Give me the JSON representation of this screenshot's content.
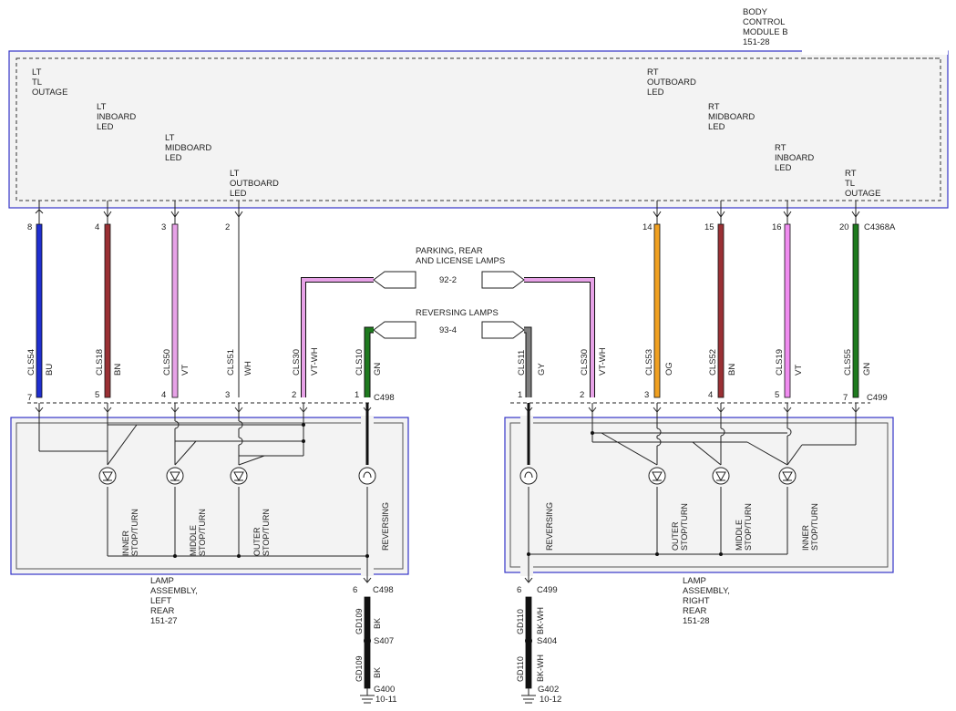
{
  "bcm": {
    "lines": [
      "BODY",
      "CONTROL",
      "MODULE B",
      "151-28"
    ]
  },
  "outputs": {
    "lt_tl_outage": [
      "LT",
      "TL",
      "OUTAGE"
    ],
    "lt_inboard_led": [
      "LT",
      "INBOARD",
      "LED"
    ],
    "lt_midboard_led": [
      "LT",
      "MIDBOARD",
      "LED"
    ],
    "lt_outboard_led": [
      "LT",
      "OUTBOARD",
      "LED"
    ],
    "rt_outboard_led": [
      "RT",
      "OUTBOARD",
      "LED"
    ],
    "rt_midboard_led": [
      "RT",
      "MIDBOARD",
      "LED"
    ],
    "rt_inboard_led": [
      "RT",
      "INBOARD",
      "LED"
    ],
    "rt_tl_outage": [
      "RT",
      "TL",
      "OUTAGE"
    ]
  },
  "bcm_connector": "C4368A",
  "bcm_pins": [
    "8",
    "4",
    "3",
    "2",
    "14",
    "15",
    "16",
    "20"
  ],
  "links": {
    "parking": {
      "title": [
        "PARKING, REAR",
        "AND LICENSE LAMPS"
      ],
      "ref": "92-2"
    },
    "reversing": {
      "title": "REVERSING LAMPS",
      "ref": "93-4"
    }
  },
  "left_circuits": [
    {
      "circuit": "CLS54",
      "color": "BU",
      "pin": "7",
      "wire": "#1f2fd0"
    },
    {
      "circuit": "CLS18",
      "color": "BN",
      "pin": "5",
      "wire": "#9a3034"
    },
    {
      "circuit": "CLS50",
      "color": "VT",
      "pin": "4",
      "wire": "#e7a2e7"
    },
    {
      "circuit": "CLS51",
      "color": "WH",
      "pin": "3",
      "wire": "#ffffff"
    },
    {
      "circuit": "CLS30",
      "color": "VT-WH",
      "pin": "2",
      "wire": "#e7a2e7"
    },
    {
      "circuit": "CLS10",
      "color": "GN",
      "pin": "1",
      "wire": "#1e7a1e"
    }
  ],
  "right_circuits": [
    {
      "circuit": "CLS11",
      "color": "GY",
      "pin": "1",
      "wire": "#808080"
    },
    {
      "circuit": "CLS30",
      "color": "VT-WH",
      "pin": "2",
      "wire": "#e7a2e7"
    },
    {
      "circuit": "CLS53",
      "color": "OG",
      "pin": "3",
      "wire": "#f0a020"
    },
    {
      "circuit": "CLS52",
      "color": "BN",
      "pin": "4",
      "wire": "#9a3034"
    },
    {
      "circuit": "CLS19",
      "color": "VT",
      "pin": "5",
      "wire": "#f08cf0"
    },
    {
      "circuit": "CLS55",
      "color": "GN",
      "pin": "7",
      "wire": "#1e7a1e"
    }
  ],
  "connectors": {
    "left": "C498",
    "right": "C499"
  },
  "left_lamps": [
    {
      "label": [
        "INNER",
        "STOP/TURN"
      ]
    },
    {
      "label": [
        "MIDDLE",
        "STOP/TURN"
      ]
    },
    {
      "label": [
        "OUTER",
        "STOP/TURN"
      ]
    },
    {
      "label": [
        "REVERSING"
      ]
    }
  ],
  "right_lamps": [
    {
      "label": [
        "REVERSING"
      ]
    },
    {
      "label": [
        "OUTER",
        "STOP/TURN"
      ]
    },
    {
      "label": [
        "MIDDLE",
        "STOP/TURN"
      ]
    },
    {
      "label": [
        "INNER",
        "STOP/TURN"
      ]
    }
  ],
  "left_assembly": [
    "LAMP",
    "ASSEMBLY,",
    "LEFT",
    "REAR",
    "151-27"
  ],
  "right_assembly": [
    "LAMP",
    "ASSEMBLY,",
    "RIGHT",
    "REAR",
    "151-28"
  ],
  "left_ground": {
    "pin": "6",
    "connector": "C498",
    "wire1": {
      "circuit": "GD109",
      "color": "BK"
    },
    "splice": "S407",
    "wire2": {
      "circuit": "GD109",
      "color": "BK"
    },
    "ground": "G400",
    "ground_ref": "10-11"
  },
  "right_ground": {
    "pin": "6",
    "connector": "C499",
    "wire1": {
      "circuit": "GD110",
      "color": "BK-WH"
    },
    "splice": "S404",
    "wire2": {
      "circuit": "GD110",
      "color": "BK-WH"
    },
    "ground": "G402",
    "ground_ref": "10-12"
  }
}
